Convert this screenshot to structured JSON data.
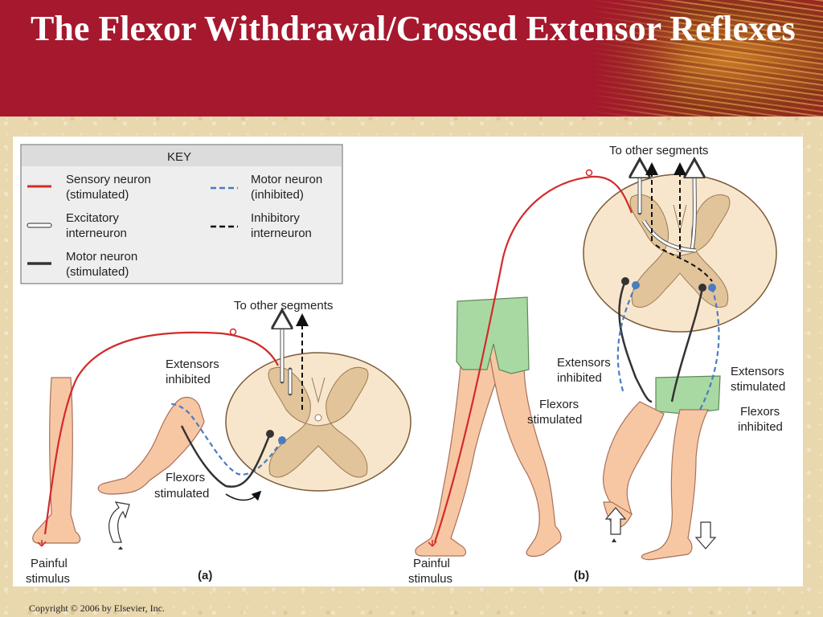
{
  "slide": {
    "title": "The Flexor Withdrawal/Crossed Extensor Reflexes",
    "copyright": "Copyright © 2006 by Elsevier, Inc.",
    "colors": {
      "header": "#a5182d",
      "sensory": "#d42a2a",
      "motor_inhibited": "#4a7cc0",
      "motor_stimulated": "#333333",
      "skin": "#f7c7a4",
      "shorts": "#a9d9a2",
      "gray_matter": "#e2c49a",
      "white_matter": "#f8e6cc"
    }
  },
  "key": {
    "title": "KEY",
    "items": [
      {
        "line": "sensory",
        "label1": "Sensory neuron",
        "label2": "(stimulated)"
      },
      {
        "line": "excitatory",
        "label1": "Excitatory",
        "label2": "interneuron"
      },
      {
        "line": "motor-stim",
        "label1": "Motor neuron",
        "label2": "(stimulated)"
      },
      {
        "line": "motor-inhib",
        "label1": "Motor neuron",
        "label2": "(inhibited)"
      },
      {
        "line": "inhibitory",
        "label1": "Inhibitory",
        "label2": "interneuron"
      }
    ]
  },
  "panel_a": {
    "label": "(a)",
    "to_other_segments": "To other segments",
    "extensors1": "Extensors",
    "extensors2": "inhibited",
    "flexors1": "Flexors",
    "flexors2": "stimulated",
    "painful1": "Painful",
    "painful2": "stimulus"
  },
  "panel_b": {
    "label": "(b)",
    "to_other_segments": "To other segments",
    "ext_inhib1": "Extensors",
    "ext_inhib2": "inhibited",
    "flex_stim1": "Flexors",
    "flex_stim2": "stimulated",
    "ext_stim1": "Extensors",
    "ext_stim2": "stimulated",
    "flex_inhib1": "Flexors",
    "flex_inhib2": "inhibited",
    "painful1": "Painful",
    "painful2": "stimulus"
  }
}
